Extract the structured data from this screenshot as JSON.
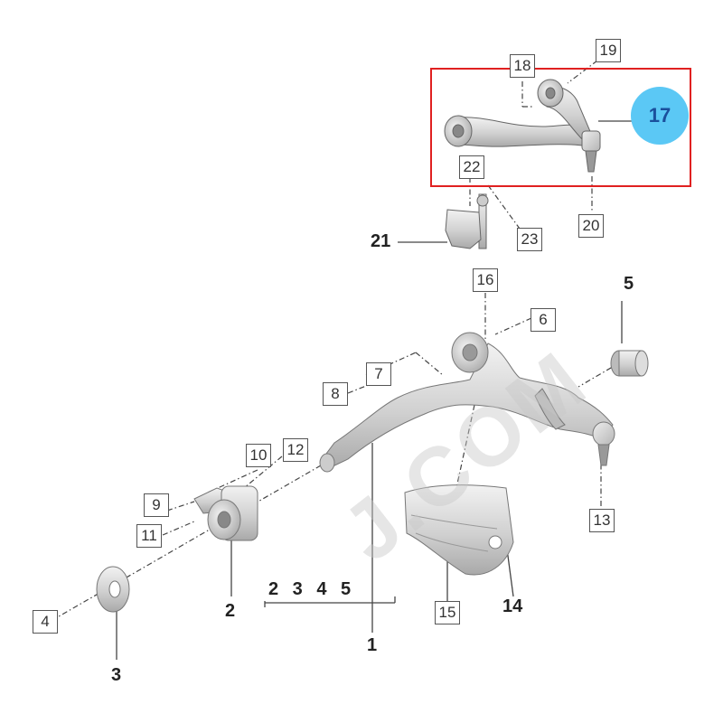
{
  "watermark": "J.COM",
  "callout": {
    "label": "17",
    "color": "#5bc8f5"
  },
  "highlight_color": "#e02020",
  "kit_label": "2 3 4 5",
  "part_labels": {
    "p1": "1",
    "p2": "2",
    "p3": "3",
    "p4": "4",
    "p5": "5",
    "p6": "6",
    "p7": "7",
    "p8": "8",
    "p9": "9",
    "p10": "10",
    "p11": "11",
    "p12": "12",
    "p13": "13",
    "p14": "14",
    "p15": "15",
    "p16": "16",
    "p18": "18",
    "p19": "19",
    "p20": "20",
    "p21": "21",
    "p22": "22",
    "p23": "23"
  }
}
